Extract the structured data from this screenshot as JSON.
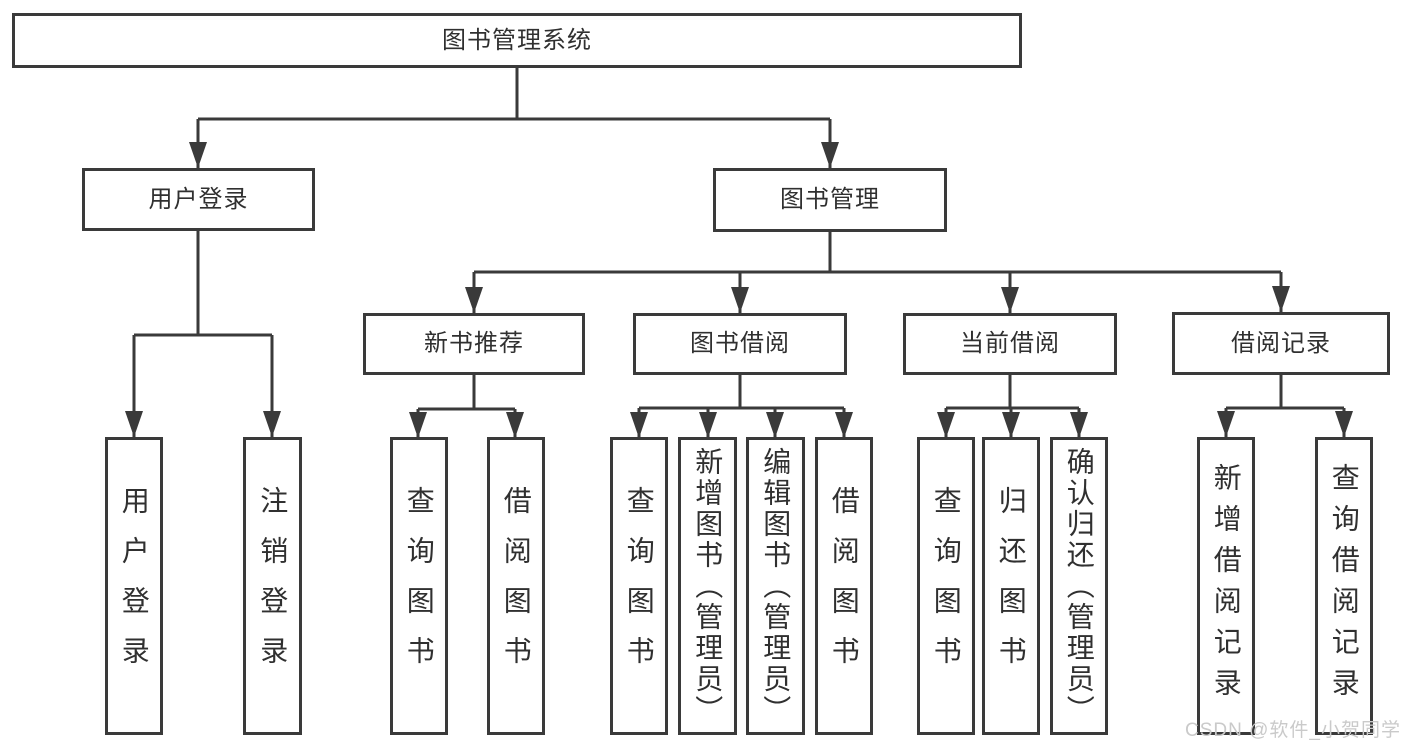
{
  "diagram": {
    "root": {
      "label": "图书管理系统"
    },
    "branches": [
      {
        "label": "用户登录",
        "children": [
          {
            "label": "用户登录"
          },
          {
            "label": "注销登录"
          }
        ]
      },
      {
        "label": "图书管理",
        "children": [
          {
            "label": "新书推荐",
            "children": [
              {
                "label": "查询图书"
              },
              {
                "label": "借阅图书"
              }
            ]
          },
          {
            "label": "图书借阅",
            "children": [
              {
                "label": "查询图书"
              },
              {
                "label": "新增图书（管理员）"
              },
              {
                "label": "编辑图书（管理员）"
              },
              {
                "label": "借阅图书"
              }
            ]
          },
          {
            "label": "当前借阅",
            "children": [
              {
                "label": "查询图书"
              },
              {
                "label": "归还图书"
              },
              {
                "label": "确认归还（管理员）"
              }
            ]
          },
          {
            "label": "借阅记录",
            "children": [
              {
                "label": "新增借阅记录"
              },
              {
                "label": "查询借阅记录"
              }
            ]
          }
        ]
      }
    ],
    "watermark": "CSDN @软件_小贺同学",
    "colors": {
      "line": "#3a3a3a",
      "text": "#303030",
      "watermark": "#cacaca",
      "background": "#ffffff"
    }
  }
}
